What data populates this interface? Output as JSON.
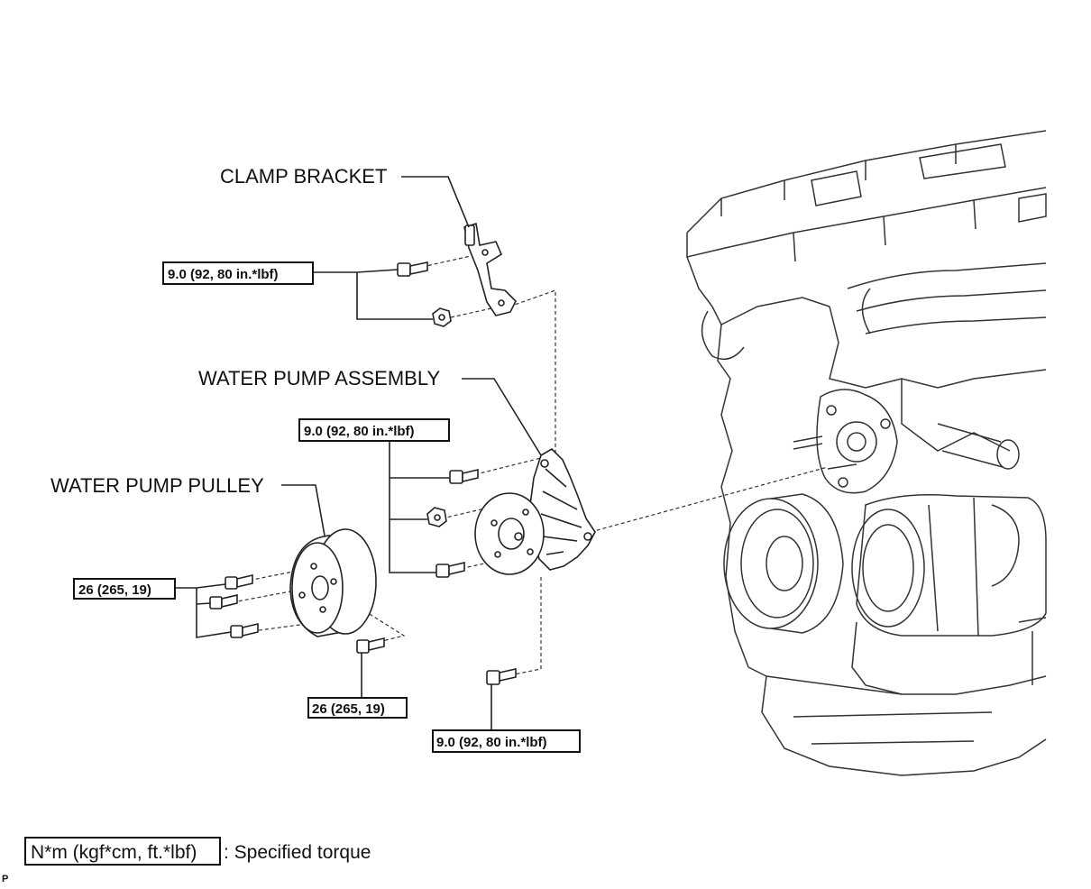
{
  "labels": {
    "clamp_bracket": "CLAMP BRACKET",
    "water_pump_assembly": "WATER PUMP ASSEMBLY",
    "water_pump_pulley": "WATER PUMP PULLEY"
  },
  "torques": {
    "clamp_bracket_bolts": "9.0 (92, 80 in.*lbf)",
    "water_pump_bolts": "9.0 (92, 80 in.*lbf)",
    "pulley_bolts": "26 (265, 19)",
    "pulley_lower_bolt": "26 (265, 19)",
    "water_pump_lower_bolt": "9.0 (92, 80 in.*lbf)"
  },
  "legend": {
    "unit": "N*m (kgf*cm, ft.*lbf)",
    "description": ": Specified torque"
  },
  "corner_mark": "P"
}
